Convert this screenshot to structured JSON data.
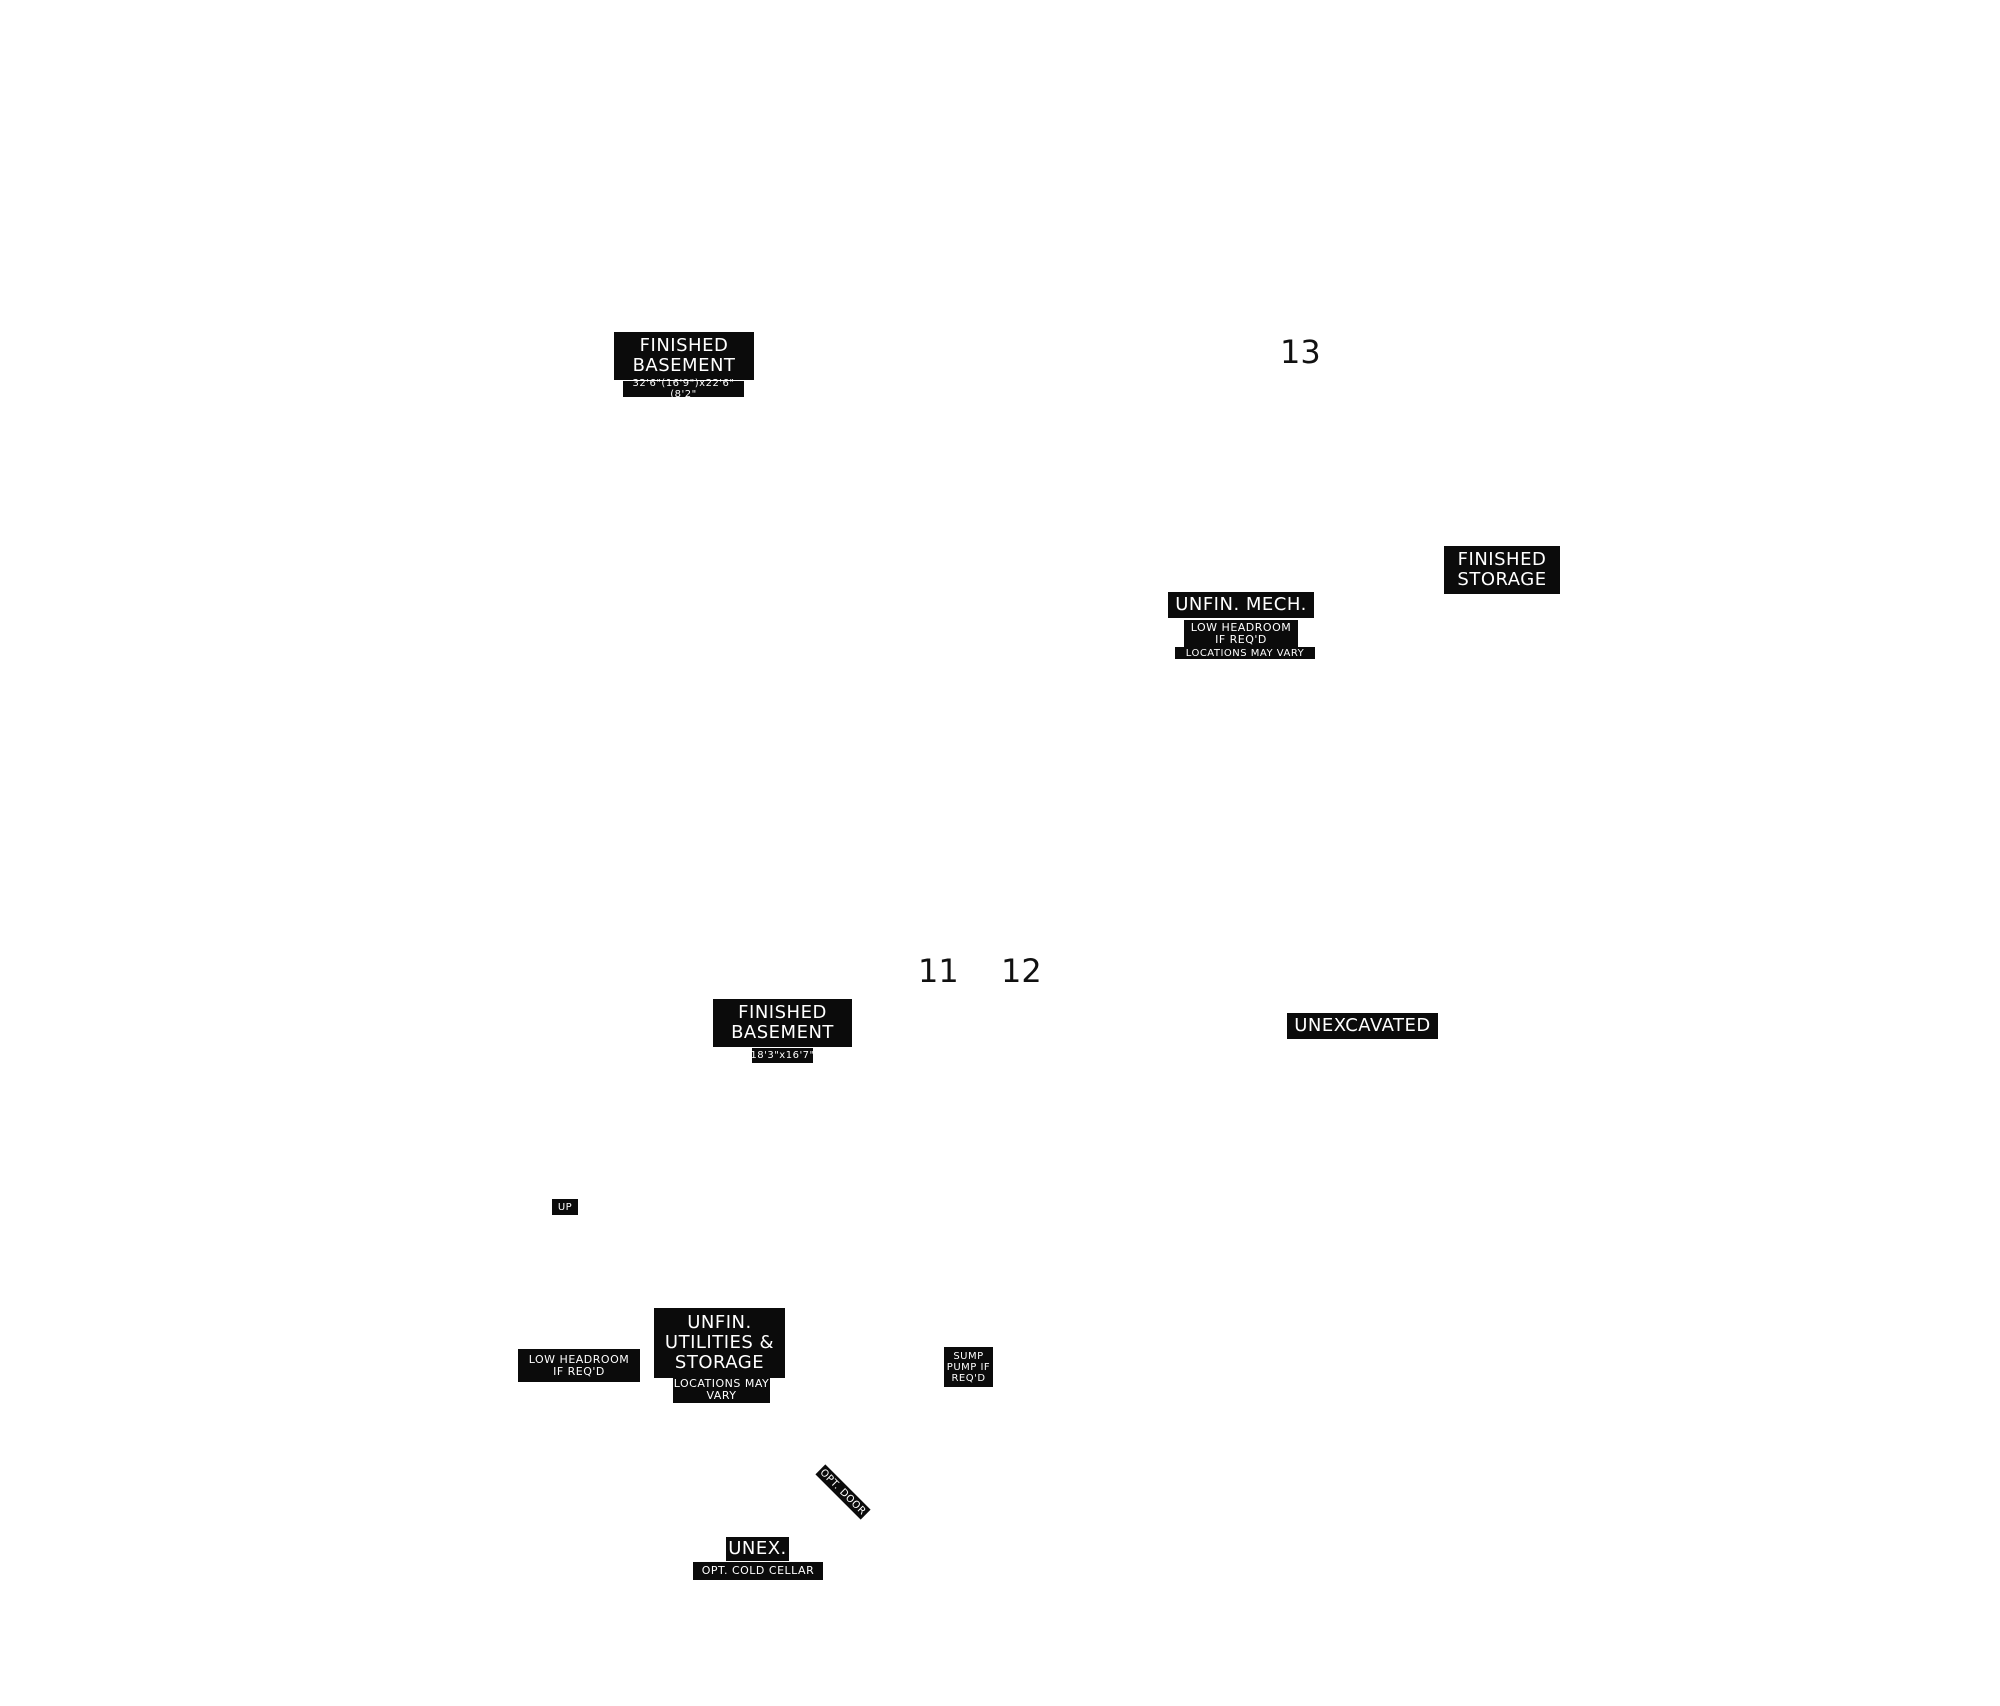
{
  "room_numbers": {
    "n13": "13",
    "n11": "11",
    "n12": "12"
  },
  "labels": {
    "finished_basement_top": {
      "title": "FINISHED\nBASEMENT",
      "dims": "32'6\"(16'9\")x22'6\"(8'2\""
    },
    "finished_storage": {
      "title": "FINISHED\nSTORAGE"
    },
    "unfin_mech": {
      "title": "UNFIN. MECH.",
      "note1": "LOW HEADROOM\nIF REQ'D",
      "note2": "LOCATIONS MAY VARY"
    },
    "finished_basement_bottom": {
      "title": "FINISHED\nBASEMENT",
      "dims": "18'3\"x16'7\""
    },
    "unexcavated": {
      "title": "UNEXCAVATED"
    },
    "up": "UP",
    "unfin_utilities": {
      "title": "UNFIN.\nUTILITIES &\nSTORAGE",
      "note1": "LOCATIONS MAY\nVARY",
      "low_headroom": "LOW HEADROOM\nIF REQ'D"
    },
    "sump_pump": "SUMP\nPUMP IF\nREQ'D",
    "opt_door": "OPT. DOOR",
    "unex": {
      "title": "UNEX.",
      "note": "OPT. COLD CELLAR"
    }
  },
  "colors": {
    "label_bg": "#0b0b0b",
    "label_text": "#ffffff",
    "number_text": "#111111",
    "background": "#ffffff"
  }
}
